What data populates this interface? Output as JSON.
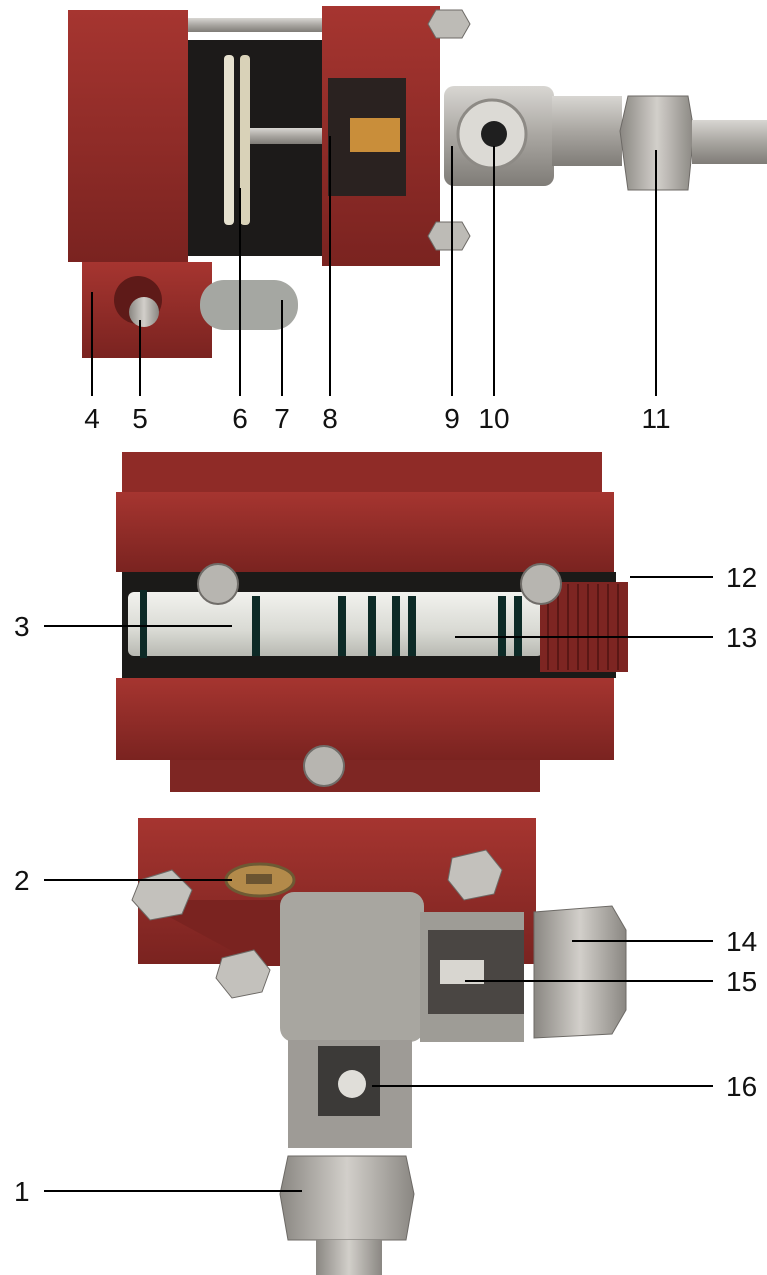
{
  "callouts": {
    "c1": "1",
    "c2": "2",
    "c3": "3",
    "c4": "4",
    "c5": "5",
    "c6": "6",
    "c7": "7",
    "c8": "8",
    "c9": "9",
    "c10": "10",
    "c11": "11",
    "c12": "12",
    "c13": "13",
    "c14": "14",
    "c15": "15",
    "c16": "16"
  },
  "colors": {
    "housing_red": "#9b2f2b",
    "housing_dark": "#6e1e1c",
    "steel": "#b9b6b2",
    "steel_dark": "#8c8984",
    "background": "#ffffff"
  }
}
